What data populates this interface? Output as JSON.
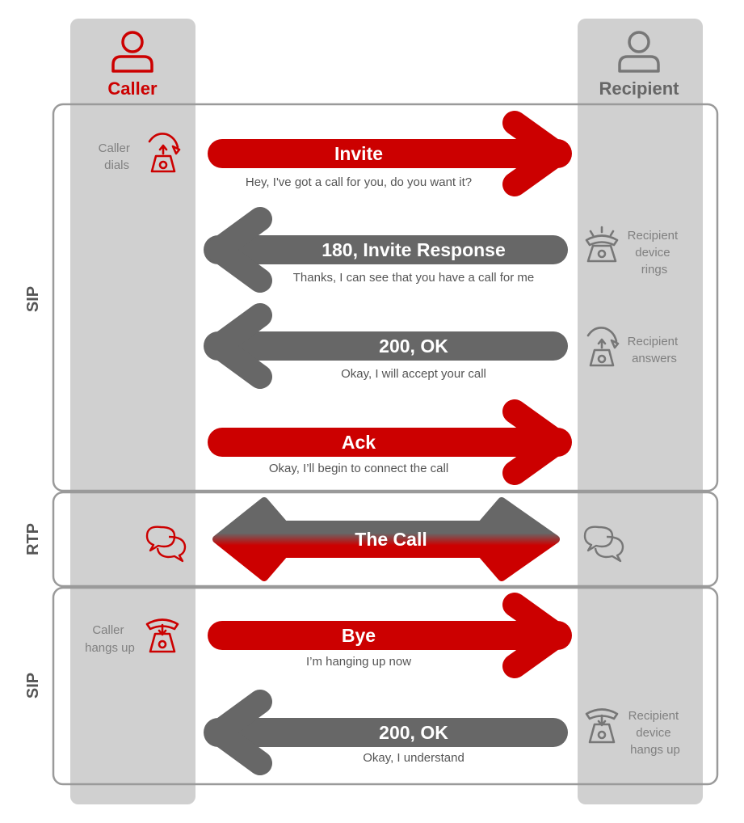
{
  "parties": {
    "caller": "Caller",
    "recipient": "Recipient"
  },
  "sections": [
    {
      "label": "SIP"
    },
    {
      "label": "RTP"
    },
    {
      "label": "SIP"
    }
  ],
  "messages": [
    {
      "title": "Invite",
      "subtitle": "Hey, I've got a call for you, do you want it?",
      "direction": "caller-to-recipient",
      "color": "#cc0000"
    },
    {
      "title": "180, Invite Response",
      "subtitle": "Thanks, I can see that you have a call for me",
      "direction": "recipient-to-caller",
      "color": "#676767"
    },
    {
      "title": "200, OK",
      "subtitle": "Okay, I will accept your call",
      "direction": "recipient-to-caller",
      "color": "#676767"
    },
    {
      "title": "Ack",
      "subtitle": "Okay, I’ll begin to connect the call",
      "direction": "caller-to-recipient",
      "color": "#cc0000"
    },
    {
      "title": "The Call",
      "subtitle": "",
      "direction": "both",
      "color": "#676767"
    },
    {
      "title": "Bye",
      "subtitle": "I’m hanging up now",
      "direction": "caller-to-recipient",
      "color": "#cc0000"
    },
    {
      "title": "200, OK",
      "subtitle": "Okay, I understand",
      "direction": "recipient-to-caller",
      "color": "#676767"
    }
  ],
  "notes": {
    "caller_dials": [
      "Caller",
      "dials"
    ],
    "recipient_rings": [
      "Recipient",
      "device",
      "rings"
    ],
    "recipient_answers": [
      "Recipient",
      "answers"
    ],
    "caller_hangs_up": [
      "Caller",
      "hangs up"
    ],
    "recipient_hangs_up": [
      "Recipient",
      "device",
      "hangs up"
    ]
  },
  "colors": {
    "caller_red": "#cc0000",
    "recipient_gray": "#676767",
    "lane_gray": "#d0d0d0",
    "box_border": "#9a9a9a"
  }
}
